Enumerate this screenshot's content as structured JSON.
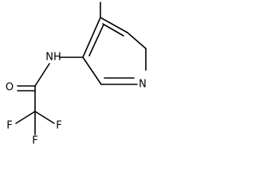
{
  "atoms": {
    "N_amide": "NH",
    "N_ring": "N",
    "O": "O",
    "F1": "F",
    "F2": "F",
    "F3": "F"
  },
  "style": {
    "bond_color": "#000000",
    "text_color": "#000000",
    "background": "#ffffff"
  }
}
